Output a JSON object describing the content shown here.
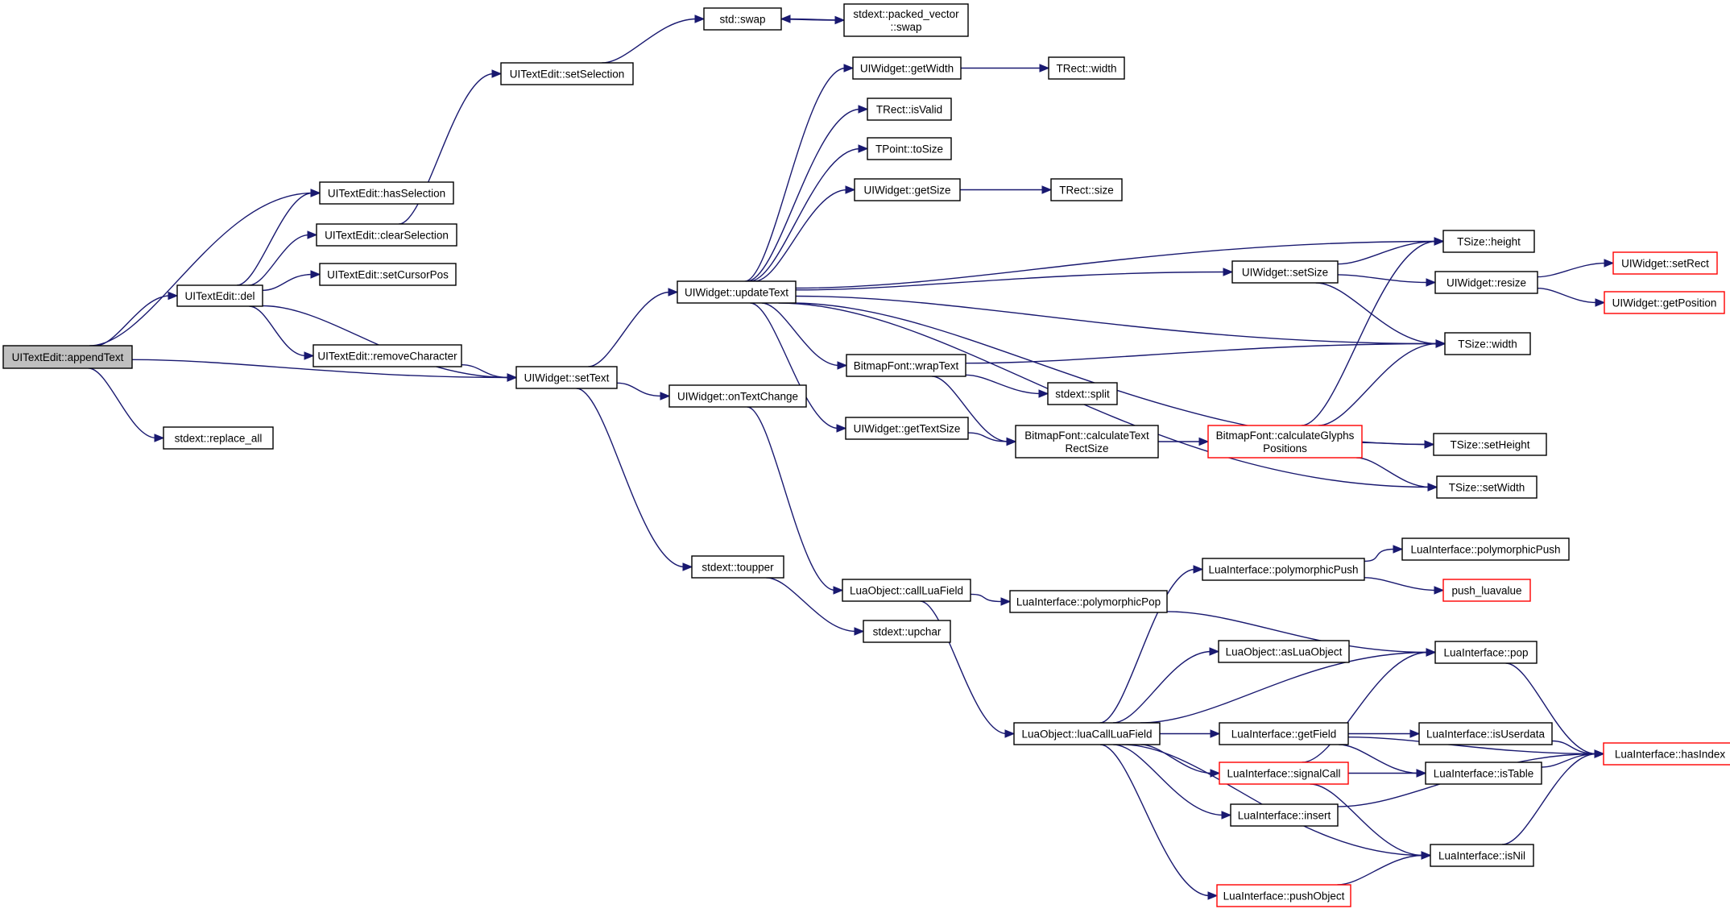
{
  "colors": {
    "edge": "#191970",
    "box_border": "#000000",
    "truncated_border": "#ff0000",
    "current_fill": "#bfbfbf",
    "background": "#ffffff"
  },
  "nodes": [
    {
      "id": "appendText",
      "lines": [
        "UITextEdit::appendText"
      ],
      "style": "current"
    },
    {
      "id": "del",
      "lines": [
        "UITextEdit::del"
      ]
    },
    {
      "id": "hasSelection",
      "lines": [
        "UITextEdit::hasSelection"
      ]
    },
    {
      "id": "clearSelection",
      "lines": [
        "UITextEdit::clearSelection"
      ]
    },
    {
      "id": "setCursorPos",
      "lines": [
        "UITextEdit::setCursorPos"
      ]
    },
    {
      "id": "removeCharacter",
      "lines": [
        "UITextEdit::removeCharacter"
      ]
    },
    {
      "id": "replace_all",
      "lines": [
        "stdext::replace_all"
      ]
    },
    {
      "id": "setSelection",
      "lines": [
        "UITextEdit::setSelection"
      ]
    },
    {
      "id": "std_swap",
      "lines": [
        "std::swap"
      ]
    },
    {
      "id": "pv_swap",
      "lines": [
        "stdext::packed_vector",
        "::swap"
      ]
    },
    {
      "id": "setText",
      "lines": [
        "UIWidget::setText"
      ]
    },
    {
      "id": "updateText",
      "lines": [
        "UIWidget::updateText"
      ]
    },
    {
      "id": "onTextChange",
      "lines": [
        "UIWidget::onTextChange"
      ]
    },
    {
      "id": "toupper",
      "lines": [
        "stdext::toupper"
      ]
    },
    {
      "id": "upchar",
      "lines": [
        "stdext::upchar"
      ]
    },
    {
      "id": "getWidth",
      "lines": [
        "UIWidget::getWidth"
      ]
    },
    {
      "id": "rectWidth",
      "lines": [
        "TRect::width"
      ]
    },
    {
      "id": "isValid",
      "lines": [
        "TRect::isValid"
      ]
    },
    {
      "id": "toSize",
      "lines": [
        "TPoint::toSize"
      ]
    },
    {
      "id": "getSize",
      "lines": [
        "UIWidget::getSize"
      ]
    },
    {
      "id": "rectSize",
      "lines": [
        "TRect::size"
      ]
    },
    {
      "id": "tsHeight",
      "lines": [
        "TSize::height"
      ]
    },
    {
      "id": "setSize",
      "lines": [
        "UIWidget::setSize"
      ]
    },
    {
      "id": "resize",
      "lines": [
        "UIWidget::resize"
      ]
    },
    {
      "id": "setRect",
      "lines": [
        "UIWidget::setRect"
      ],
      "style": "truncated"
    },
    {
      "id": "getPosition",
      "lines": [
        "UIWidget::getPosition"
      ],
      "style": "truncated"
    },
    {
      "id": "tsWidth",
      "lines": [
        "TSize::width"
      ]
    },
    {
      "id": "wrapText",
      "lines": [
        "BitmapFont::wrapText"
      ]
    },
    {
      "id": "split",
      "lines": [
        "stdext::split"
      ]
    },
    {
      "id": "getTextSize",
      "lines": [
        "UIWidget::getTextSize"
      ]
    },
    {
      "id": "calcTextRect",
      "lines": [
        "BitmapFont::calculateText",
        "RectSize"
      ]
    },
    {
      "id": "calcGlyphs",
      "lines": [
        "BitmapFont::calculateGlyphs",
        "Positions"
      ],
      "style": "truncated"
    },
    {
      "id": "setHeight",
      "lines": [
        "TSize::setHeight"
      ]
    },
    {
      "id": "setWidth",
      "lines": [
        "TSize::setWidth"
      ]
    },
    {
      "id": "callLuaField",
      "lines": [
        "LuaObject::callLuaField"
      ]
    },
    {
      "id": "polyPop",
      "lines": [
        "LuaInterface::polymorphicPop"
      ]
    },
    {
      "id": "polyPush",
      "lines": [
        "LuaInterface::polymorphicPush"
      ]
    },
    {
      "id": "polyPush2",
      "lines": [
        "LuaInterface::polymorphicPush"
      ]
    },
    {
      "id": "push_luavalue",
      "lines": [
        "push_luavalue"
      ],
      "style": "truncated"
    },
    {
      "id": "asLuaObject",
      "lines": [
        "LuaObject::asLuaObject"
      ]
    },
    {
      "id": "pop",
      "lines": [
        "LuaInterface::pop"
      ]
    },
    {
      "id": "luaCallLuaField",
      "lines": [
        "LuaObject::luaCallLuaField"
      ]
    },
    {
      "id": "getField",
      "lines": [
        "LuaInterface::getField"
      ]
    },
    {
      "id": "isUserdata",
      "lines": [
        "LuaInterface::isUserdata"
      ]
    },
    {
      "id": "hasIndex",
      "lines": [
        "LuaInterface::hasIndex"
      ],
      "style": "truncated"
    },
    {
      "id": "signalCall",
      "lines": [
        "LuaInterface::signalCall"
      ],
      "style": "truncated"
    },
    {
      "id": "isTable",
      "lines": [
        "LuaInterface::isTable"
      ]
    },
    {
      "id": "insert",
      "lines": [
        "LuaInterface::insert"
      ]
    },
    {
      "id": "isNil",
      "lines": [
        "LuaInterface::isNil"
      ]
    },
    {
      "id": "pushObject",
      "lines": [
        "LuaInterface::pushObject"
      ],
      "style": "truncated"
    }
  ],
  "edges": [
    [
      "appendText",
      "del"
    ],
    [
      "appendText",
      "hasSelection"
    ],
    [
      "appendText",
      "setText"
    ],
    [
      "appendText",
      "replace_all"
    ],
    [
      "del",
      "hasSelection"
    ],
    [
      "del",
      "clearSelection"
    ],
    [
      "del",
      "setCursorPos"
    ],
    [
      "del",
      "removeCharacter"
    ],
    [
      "del",
      "setText"
    ],
    [
      "clearSelection",
      "setSelection"
    ],
    [
      "removeCharacter",
      "setText"
    ],
    [
      "setSelection",
      "std_swap"
    ],
    [
      "std_swap",
      "pv_swap"
    ],
    [
      "pv_swap",
      "std_swap"
    ],
    [
      "setText",
      "updateText"
    ],
    [
      "setText",
      "onTextChange"
    ],
    [
      "setText",
      "toupper"
    ],
    [
      "toupper",
      "upchar"
    ],
    [
      "onTextChange",
      "callLuaField"
    ],
    [
      "updateText",
      "getWidth"
    ],
    [
      "updateText",
      "isValid"
    ],
    [
      "updateText",
      "toSize"
    ],
    [
      "updateText",
      "getSize"
    ],
    [
      "updateText",
      "tsHeight"
    ],
    [
      "updateText",
      "setSize"
    ],
    [
      "updateText",
      "tsWidth"
    ],
    [
      "updateText",
      "wrapText"
    ],
    [
      "updateText",
      "getTextSize"
    ],
    [
      "updateText",
      "setHeight"
    ],
    [
      "updateText",
      "setWidth"
    ],
    [
      "getWidth",
      "rectWidth"
    ],
    [
      "getSize",
      "rectSize"
    ],
    [
      "setSize",
      "tsHeight"
    ],
    [
      "setSize",
      "resize"
    ],
    [
      "setSize",
      "tsWidth"
    ],
    [
      "resize",
      "setRect"
    ],
    [
      "resize",
      "getPosition"
    ],
    [
      "wrapText",
      "tsWidth"
    ],
    [
      "wrapText",
      "split"
    ],
    [
      "wrapText",
      "calcTextRect"
    ],
    [
      "getTextSize",
      "calcTextRect"
    ],
    [
      "calcTextRect",
      "calcGlyphs"
    ],
    [
      "calcGlyphs",
      "tsHeight"
    ],
    [
      "calcGlyphs",
      "tsWidth"
    ],
    [
      "calcGlyphs",
      "setHeight"
    ],
    [
      "calcGlyphs",
      "setWidth"
    ],
    [
      "callLuaField",
      "polyPop"
    ],
    [
      "callLuaField",
      "luaCallLuaField"
    ],
    [
      "polyPop",
      "pop"
    ],
    [
      "polyPush",
      "polyPush2"
    ],
    [
      "polyPush",
      "push_luavalue"
    ],
    [
      "luaCallLuaField",
      "polyPush"
    ],
    [
      "luaCallLuaField",
      "asLuaObject"
    ],
    [
      "luaCallLuaField",
      "pop"
    ],
    [
      "luaCallLuaField",
      "getField"
    ],
    [
      "luaCallLuaField",
      "signalCall"
    ],
    [
      "luaCallLuaField",
      "insert"
    ],
    [
      "luaCallLuaField",
      "isNil"
    ],
    [
      "luaCallLuaField",
      "pushObject"
    ],
    [
      "pop",
      "hasIndex"
    ],
    [
      "getField",
      "hasIndex"
    ],
    [
      "getField",
      "isUserdata"
    ],
    [
      "getField",
      "isTable"
    ],
    [
      "isUserdata",
      "hasIndex"
    ],
    [
      "signalCall",
      "pop"
    ],
    [
      "signalCall",
      "isTable"
    ],
    [
      "signalCall",
      "isNil"
    ],
    [
      "isTable",
      "hasIndex"
    ],
    [
      "insert",
      "hasIndex"
    ],
    [
      "isNil",
      "hasIndex"
    ],
    [
      "pushObject",
      "isNil"
    ]
  ]
}
